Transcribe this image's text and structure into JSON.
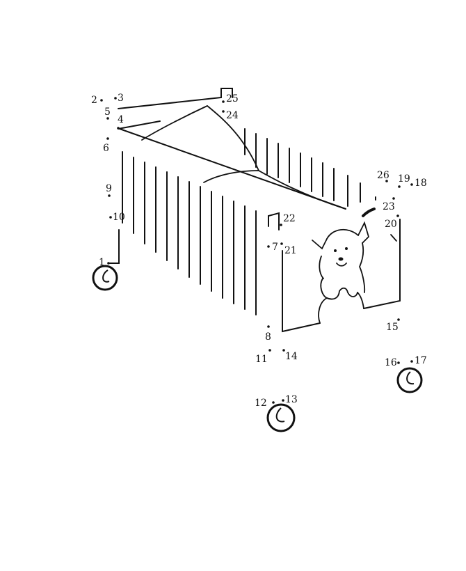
{
  "dots": [
    {
      "n": "1"
    },
    {
      "n": "2"
    },
    {
      "n": "3"
    },
    {
      "n": "4"
    },
    {
      "n": "5"
    },
    {
      "n": "6"
    },
    {
      "n": "7"
    },
    {
      "n": "8"
    },
    {
      "n": "9"
    },
    {
      "n": "10"
    },
    {
      "n": "11"
    },
    {
      "n": "12"
    },
    {
      "n": "13"
    },
    {
      "n": "14"
    },
    {
      "n": "15"
    },
    {
      "n": "16"
    },
    {
      "n": "17"
    },
    {
      "n": "18"
    },
    {
      "n": "19"
    },
    {
      "n": "20"
    },
    {
      "n": "21"
    },
    {
      "n": "22"
    },
    {
      "n": "23"
    },
    {
      "n": "24"
    },
    {
      "n": "25"
    },
    {
      "n": "26"
    }
  ],
  "colors": {
    "ink": "#111111",
    "paper": "#ffffff"
  }
}
